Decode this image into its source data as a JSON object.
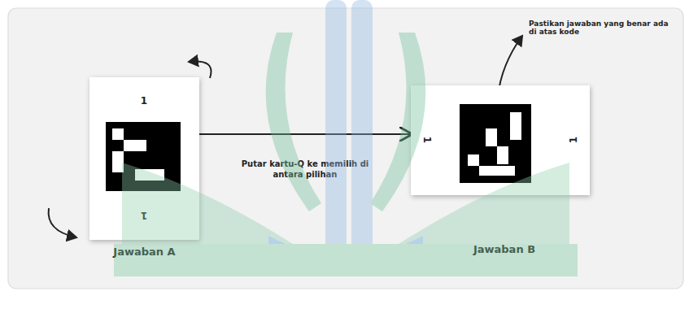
{
  "diagram": {
    "nodes": [
      {
        "text": [
          "1",
          "1"
        ]
      },
      {
        "text": [
          "1",
          "1"
        ]
      }
    ],
    "edges": [
      {
        "from": 0,
        "to": 1,
        "arrow": "to",
        "label": "Putar kartu-Q ke memilih di antara pilihan"
      }
    ],
    "labels": [
      "Jawaban A",
      "Jawaban B",
      "Pastikan jawaban yang benar ada di atas kode"
    ]
  }
}
